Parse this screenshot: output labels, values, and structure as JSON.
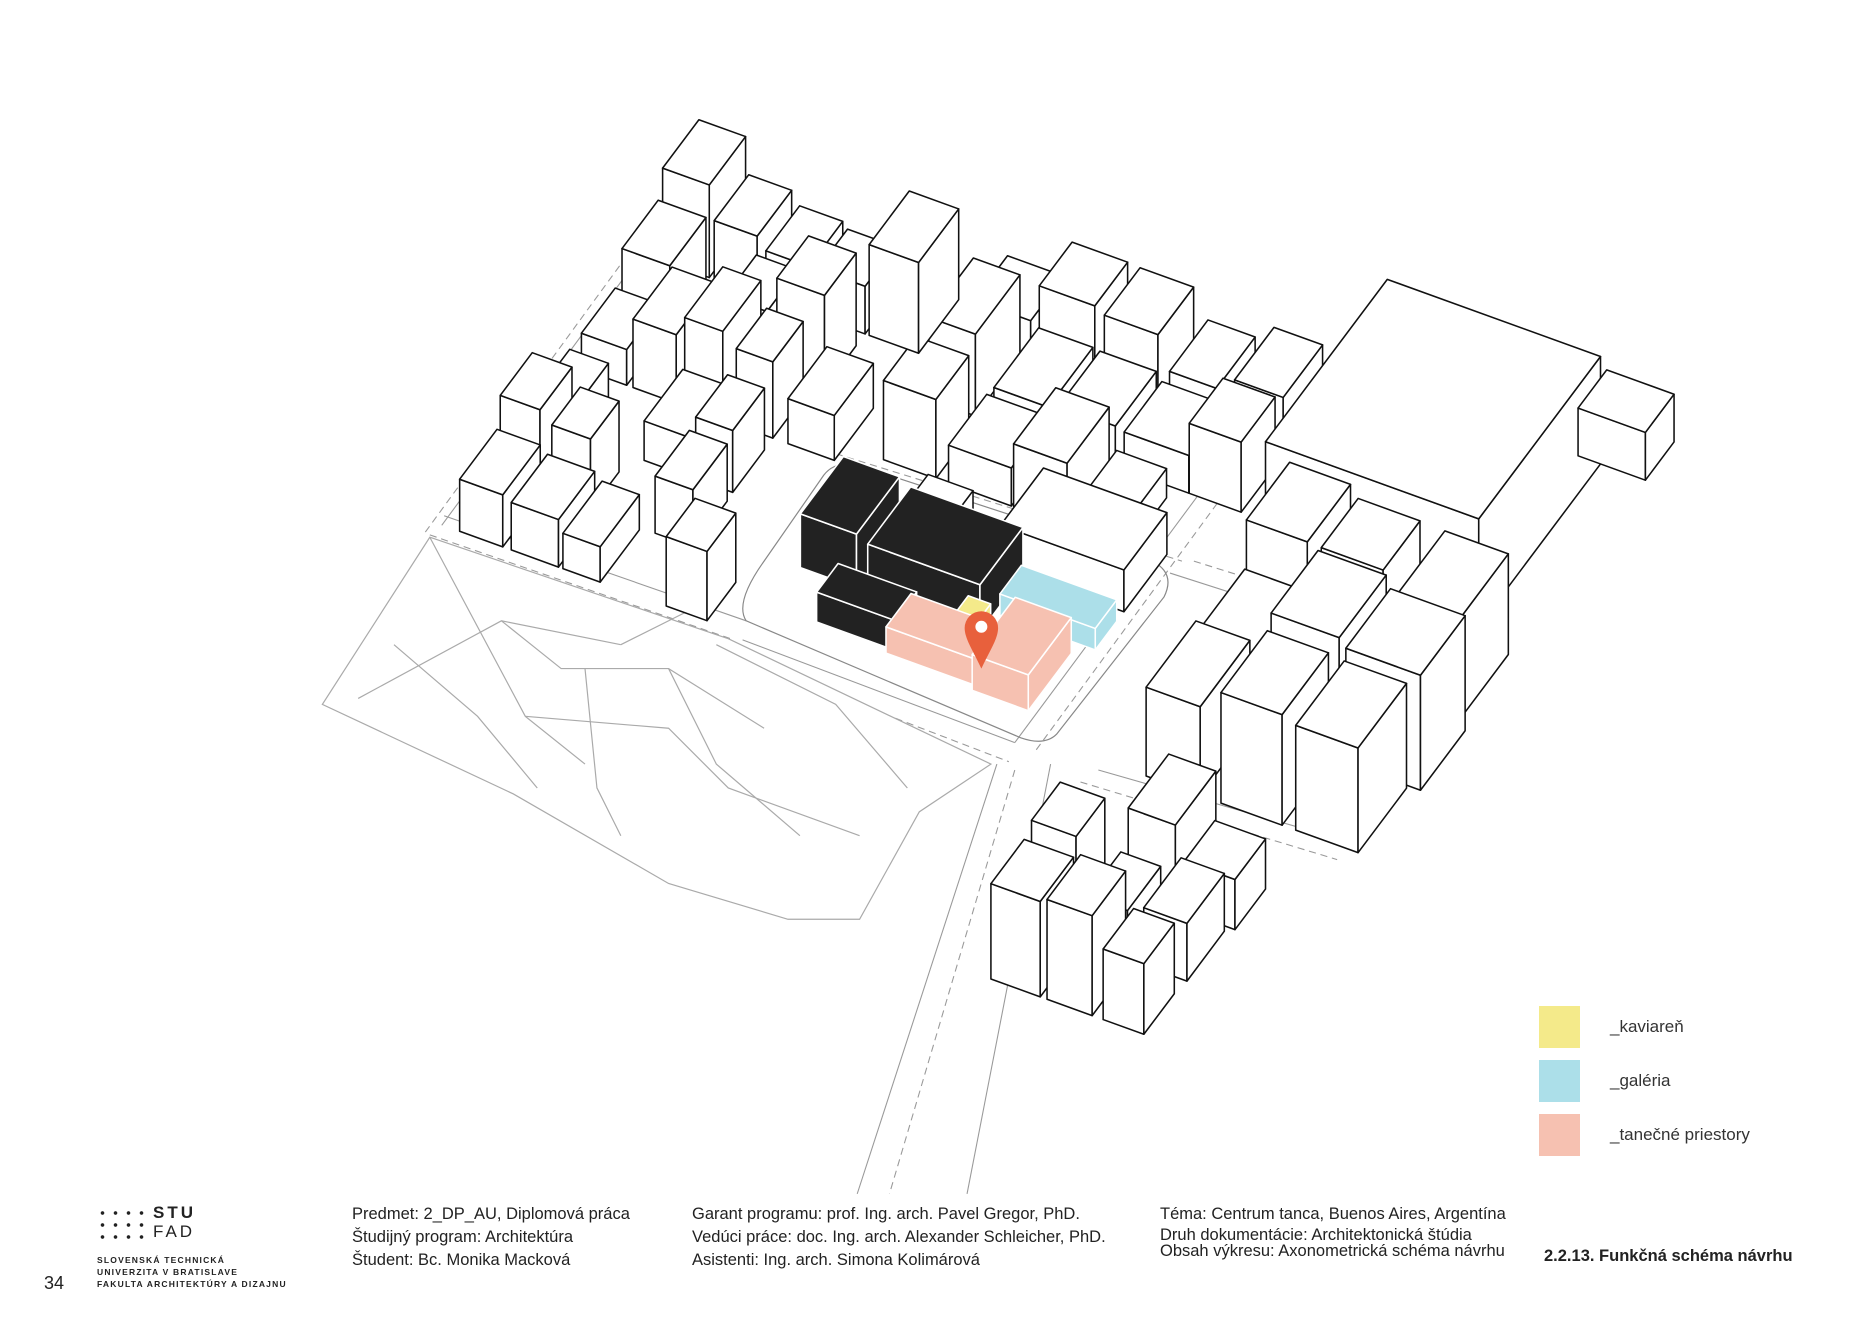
{
  "legend": {
    "items": [
      {
        "label": "_kaviareň",
        "color": "#f4ea8a"
      },
      {
        "label": "_galéria",
        "color": "#acdfe9"
      },
      {
        "label": "_tanečné priestory",
        "color": "#f6c1b1"
      }
    ]
  },
  "map": {
    "marker_color": "#e8603c",
    "proposal_colors": {
      "cafe": "#f4ea8a",
      "gallery": "#acdfe9",
      "dance": "#f6c1b1",
      "existing_dark": "#222222"
    }
  },
  "footer": {
    "page_number": "34",
    "logo": {
      "line1": "STU",
      "line2": "FAD",
      "school1": "SLOVENSKÁ TECHNICKÁ",
      "school2": "UNIVERZITA V BRATISLAVE",
      "school3": "FAKULTA ARCHITEKTÚRY A DIZAJNU"
    },
    "col1": [
      "Predmet: 2_DP_AU, Diplomová práca",
      "Študijný program: Architektúra",
      "Študent: Bc. Monika Macková"
    ],
    "col2": [
      "Garant programu: prof. Ing. arch. Pavel Gregor, PhD.",
      "Vedúci práce: doc. Ing. arch. Alexander Schleicher, PhD.",
      "Asistenti: Ing. arch. Simona Kolimárová"
    ],
    "col3": [
      "Téma: Centrum tanca, Buenos Aires, Argentína",
      "Druh dokumentácie: Architektonická štúdia",
      "Obsah výkresu: Axonometrická schéma návrhu"
    ],
    "drawing_title": "2.2.13. Funkčná schéma návrhu"
  }
}
